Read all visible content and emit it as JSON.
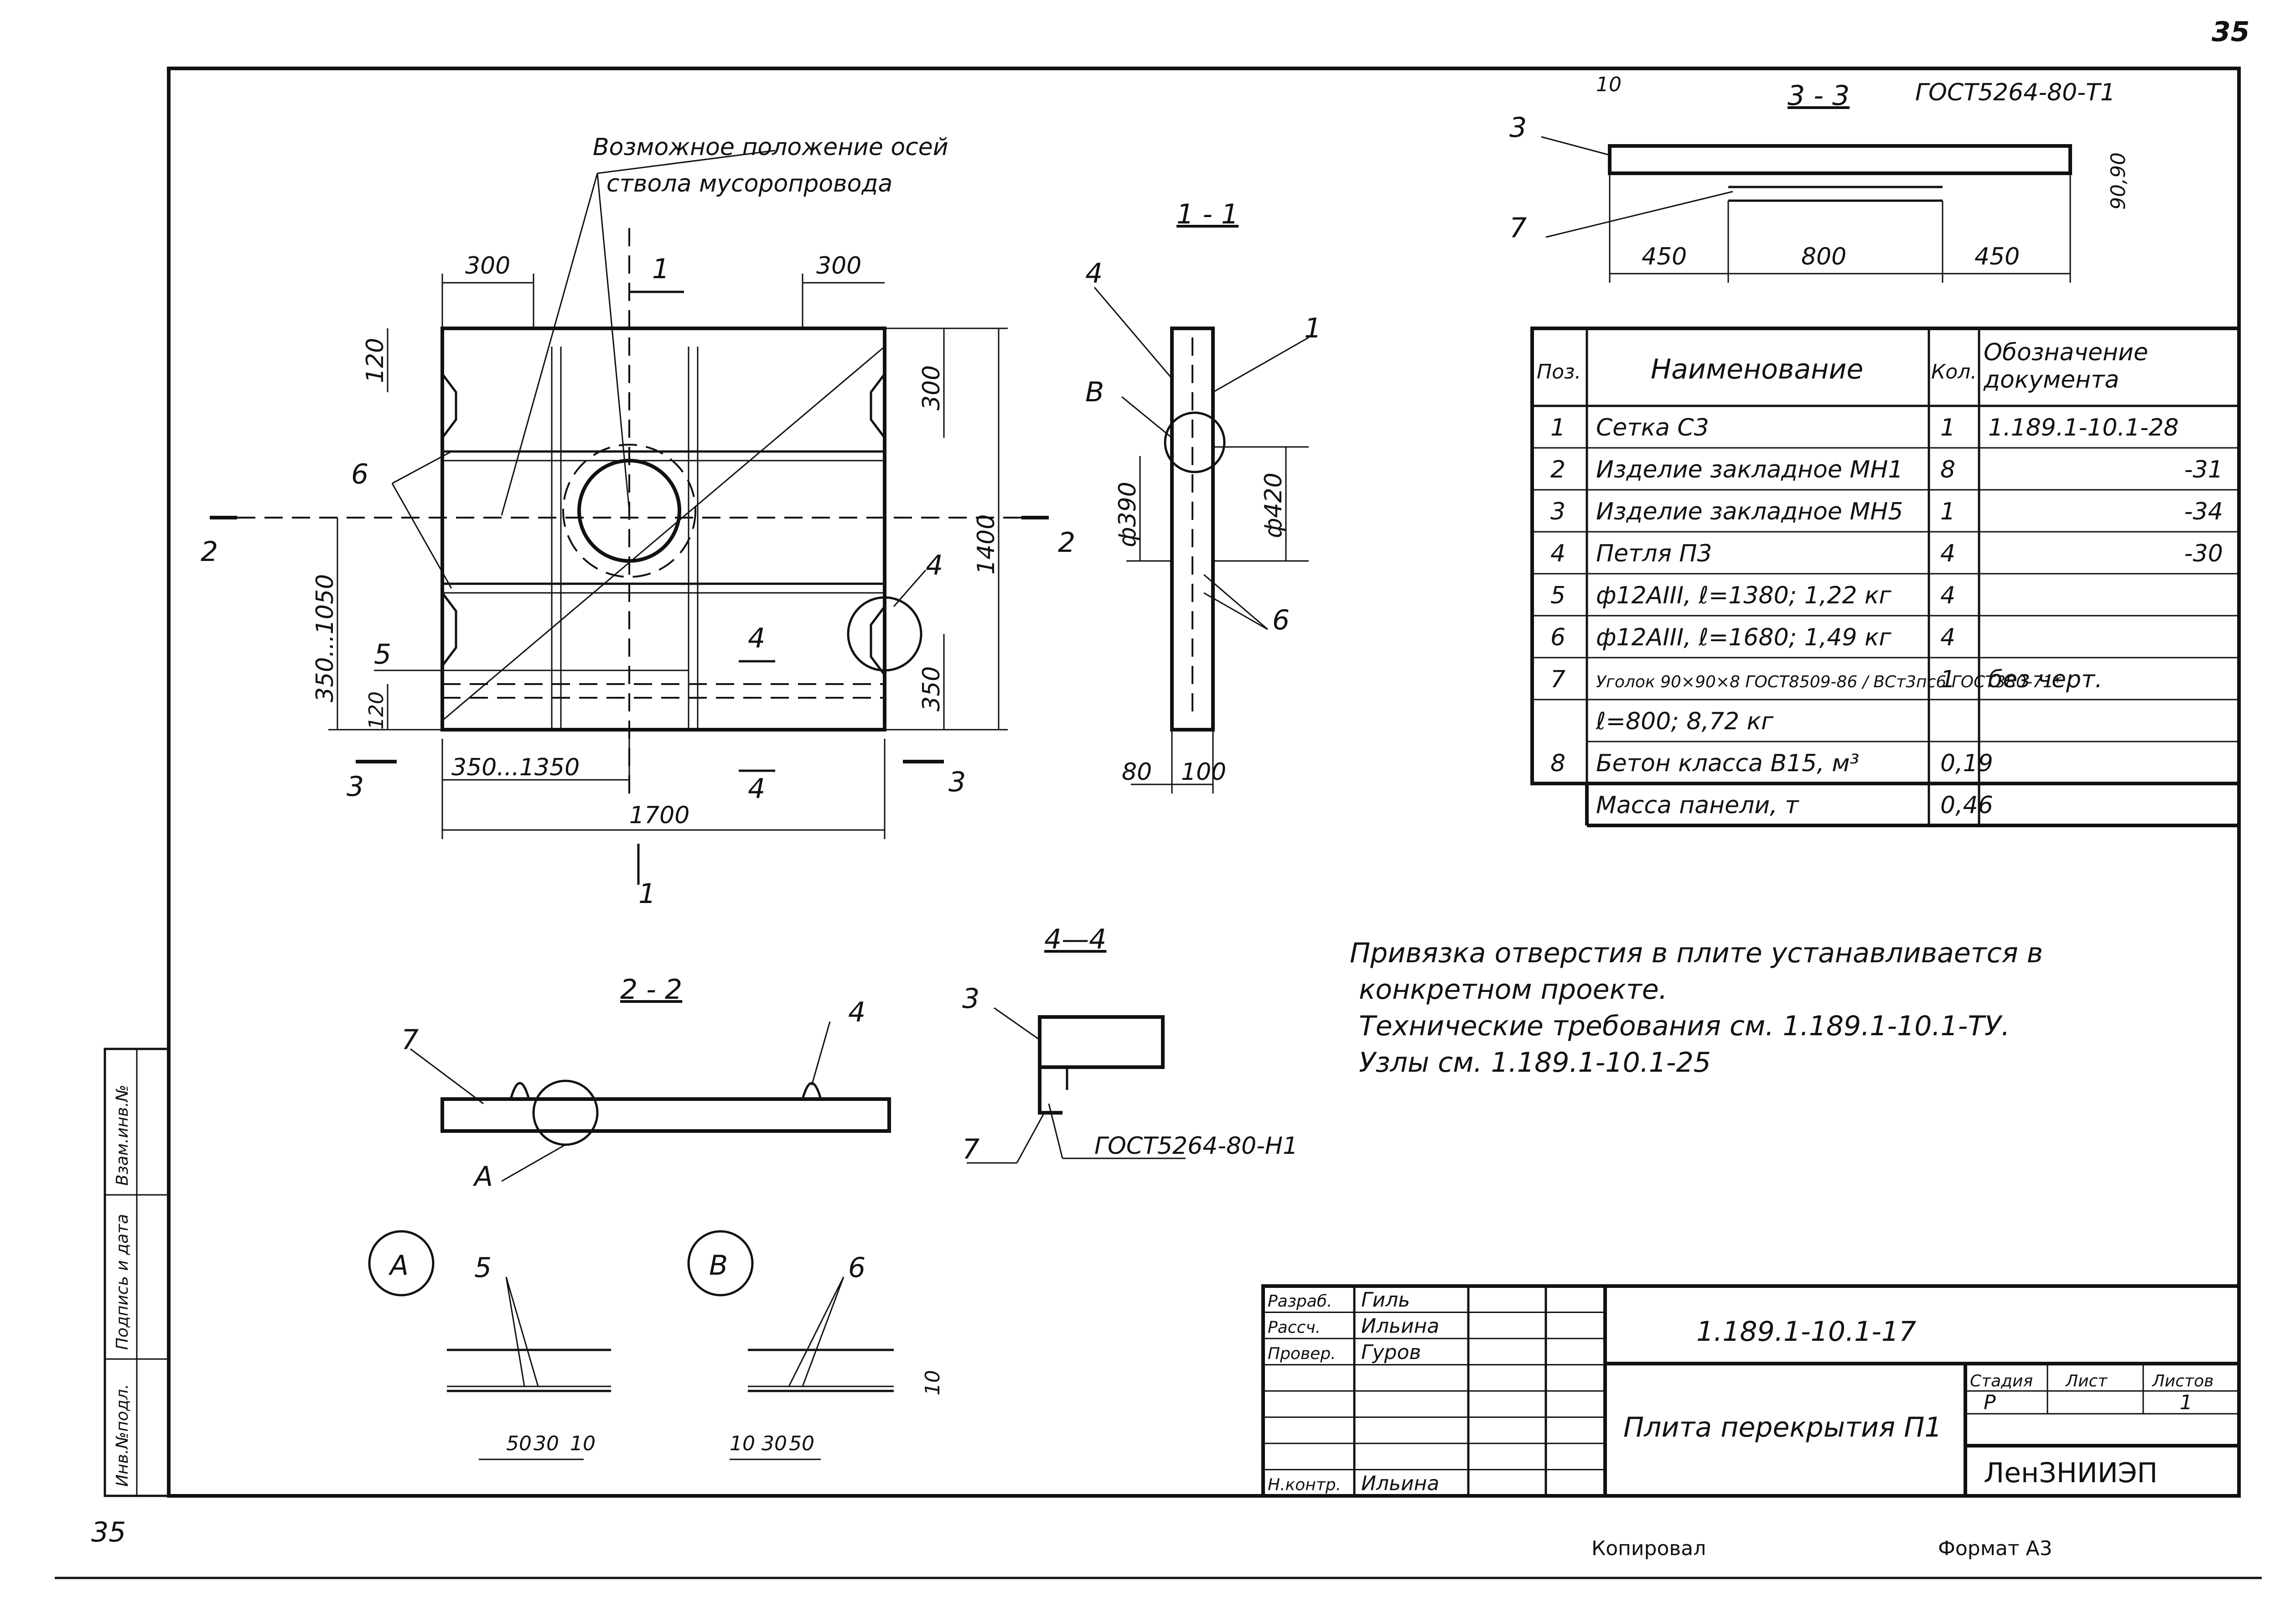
{
  "page_number": "35",
  "page_number_bottom": "35",
  "view_labels": {
    "section_1_1": "1 - 1",
    "section_2_2": "2 - 2",
    "section_3_3": "3 - 3",
    "section_4_4": "4—4",
    "gost_3_3": "ГОСТ5264-80-Т1",
    "gost_4_4": "ГОСТ5264-80-Н1",
    "node_a": "A",
    "node_b": "B",
    "node_a_small": "A",
    "node_b_small": "B"
  },
  "plan_annotation": {
    "line1": "Возможное положение осей",
    "line2": "ствола мусоропровода"
  },
  "plan_dims": {
    "top_left": "300",
    "top_right": "300",
    "left_120": "120",
    "right_300": "300",
    "right_1400": "1400",
    "left_350_1050": "350...1050",
    "left_120_bottom": "120",
    "right_350": "350",
    "bottom_350_1350": "350...1350",
    "bottom_1700": "1700",
    "section_1": "1",
    "section_2": "2",
    "section_3": "3",
    "section_4": "4",
    "pos_5": "5",
    "pos_6": "6",
    "pos_4": "4"
  },
  "section_1_1_dims": {
    "d390": "ф390",
    "d420": "ф420",
    "dim_80": "80",
    "dim_100": "100",
    "pos_4": "4",
    "pos_1": "1",
    "pos_6": "6",
    "node_b": "B"
  },
  "section_3_3_dims": {
    "d10": "10",
    "d90_90": "90,90",
    "d450_left": "450",
    "d800": "800",
    "d450_right": "450",
    "pos_3": "3",
    "pos_7": "7"
  },
  "node_dims": {
    "a": [
      "50",
      "30",
      "10"
    ],
    "b": [
      "10",
      "30",
      "50"
    ],
    "b_10": "10"
  },
  "spec_table": {
    "headers": [
      "Поз.",
      "Наименование",
      "Кол.",
      "Обозначение документа"
    ],
    "rows": [
      [
        "1",
        "Сетка С3",
        "1",
        "1.189.1-10.1-28"
      ],
      [
        "2",
        "Изделие закладное МН1",
        "8",
        "-31"
      ],
      [
        "3",
        "Изделие закладное МН5",
        "1",
        "-34"
      ],
      [
        "4",
        "Петля П3",
        "4",
        "-30"
      ],
      [
        "5",
        "ф12АIII, ℓ=1380; 1,22 кг",
        "4",
        ""
      ],
      [
        "6",
        "ф12АIII, ℓ=1680; 1,49 кг",
        "4",
        ""
      ],
      [
        "7",
        "Уголок 90×90×8 ГОСТ8509-86 / ВСт3пс6 ГОСТ380-71*",
        "1",
        "без черт."
      ],
      [
        "",
        "ℓ=800; 8,72 кг",
        "",
        ""
      ],
      [
        "8",
        "Бетон класса В15, м³",
        "0,19",
        ""
      ],
      [
        "",
        "Масса панели, т",
        "0,46",
        ""
      ]
    ]
  },
  "notes": [
    "Привязка отверстия в плите устанавливается в",
    "конкретном проекте.",
    "Технические требования см. 1.189.1-10.1-ТУ.",
    "Узлы см. 1.189.1-10.1-25"
  ],
  "title_block": {
    "roles": [
      "Разраб.",
      "Рассч.",
      "Провер.",
      "",
      "",
      "Н.контр."
    ],
    "names": [
      "Гиль",
      "Ильина",
      "Гуров",
      "",
      "",
      "Ильина"
    ],
    "doc_code": "1.189.1-10.1-17",
    "title": "Плита перекрытия П1",
    "stage_header": "Стадия",
    "sheet_header": "Лист",
    "sheets_header": "Листов",
    "stage": "Р",
    "sheet": "",
    "sheets": "1",
    "org": "ЛенЗНИИЭП"
  },
  "side_stamp": [
    "Инв.№подл.",
    "Подпись и дата",
    "Взам.инв.№"
  ],
  "footer": {
    "copied": "Копировал",
    "format": "Формат А3"
  }
}
